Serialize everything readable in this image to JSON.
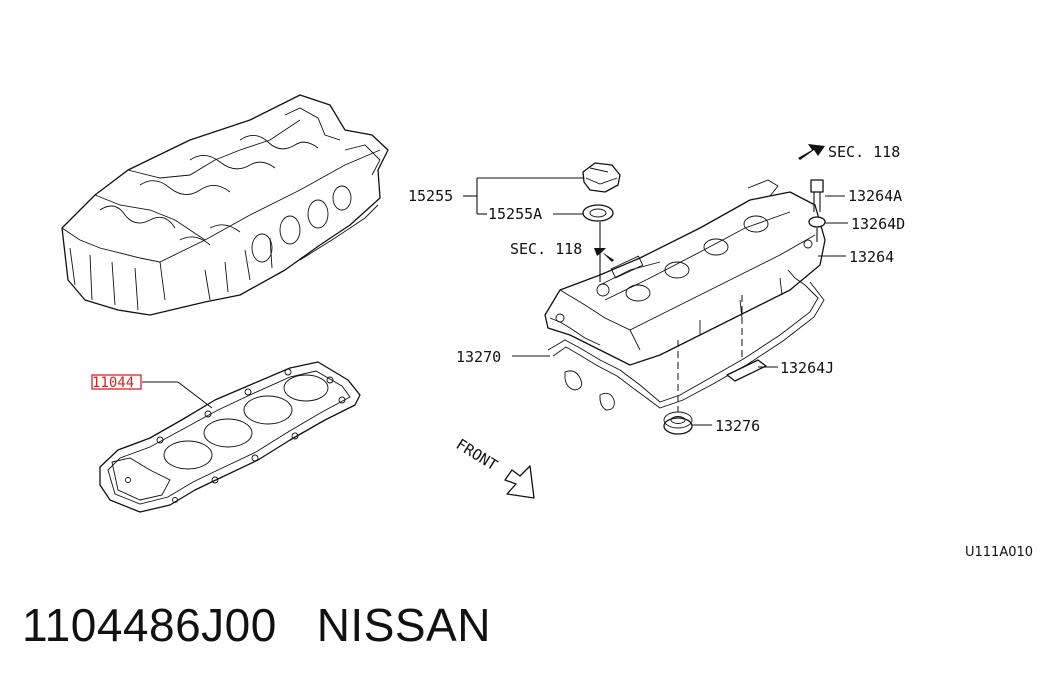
{
  "labels": {
    "p15255": "15255",
    "p15255a": "15255A",
    "sec118_top": "SEC. 118",
    "sec118_mid": "SEC. 118",
    "p13264a": "13264A",
    "p13264d": "13264D",
    "p13264": "13264",
    "p13270": "13270",
    "p13264j": "13264J",
    "p13276": "13276",
    "p11044": "11044",
    "front": "FRONT"
  },
  "highlight_color": "#e02020",
  "figure_code": "U111A010",
  "caption": {
    "part_number": "1104486J00",
    "brand": "NISSAN"
  }
}
